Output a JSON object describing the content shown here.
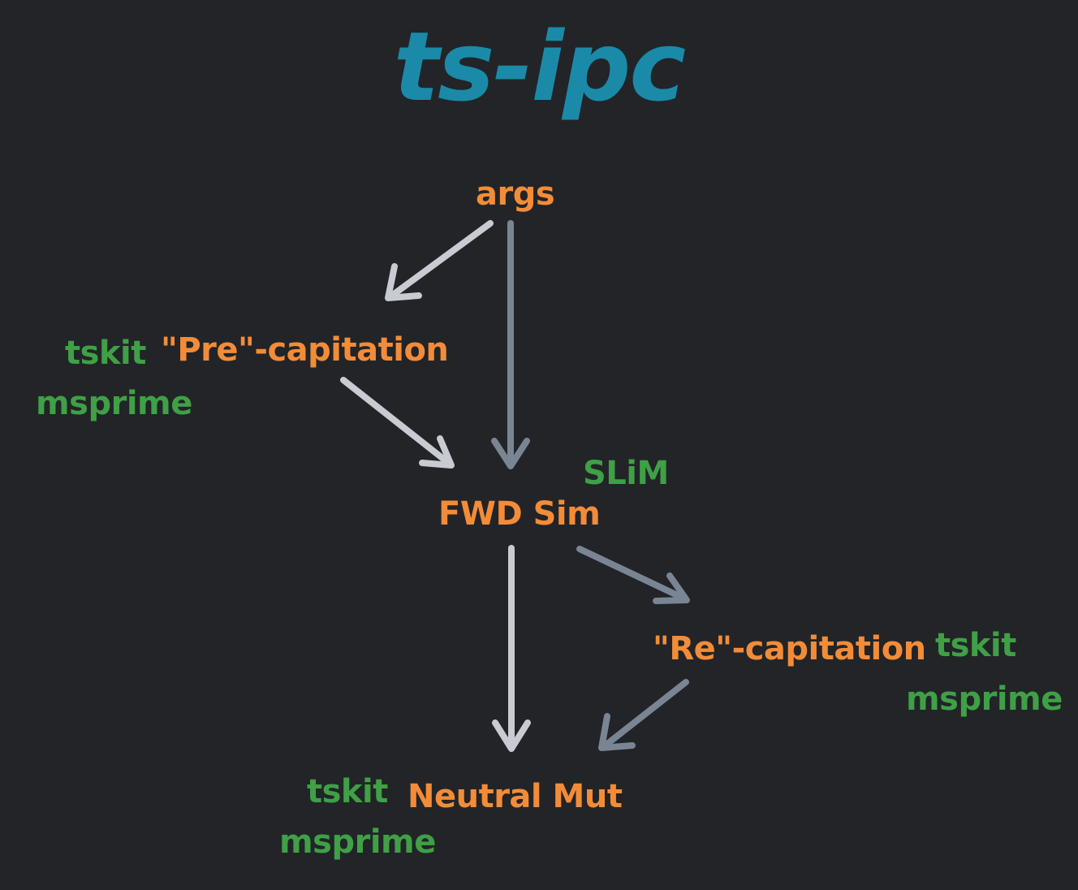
{
  "title": "ts-ipc",
  "nodes": {
    "args": "args",
    "precapitation": "\"Pre\"-capitation",
    "fwd_sim": "FWD Sim",
    "recapitation": "\"Re\"-capitation",
    "neutral_mut": "Neutral Mut"
  },
  "tools": {
    "pre_tskit": "tskit",
    "pre_msprime": "msprime",
    "fwd_slim": "SLiM",
    "re_tskit": "tskit",
    "re_msprime": "msprime",
    "mut_tskit": "tskit",
    "mut_msprime": "msprime"
  },
  "colors": {
    "background": "#222428",
    "title": "#1a8aa8",
    "step": "#f28c38",
    "tool": "#3fa046",
    "arrow_light": "#c8ccd2",
    "arrow_dark": "#7a8594"
  }
}
